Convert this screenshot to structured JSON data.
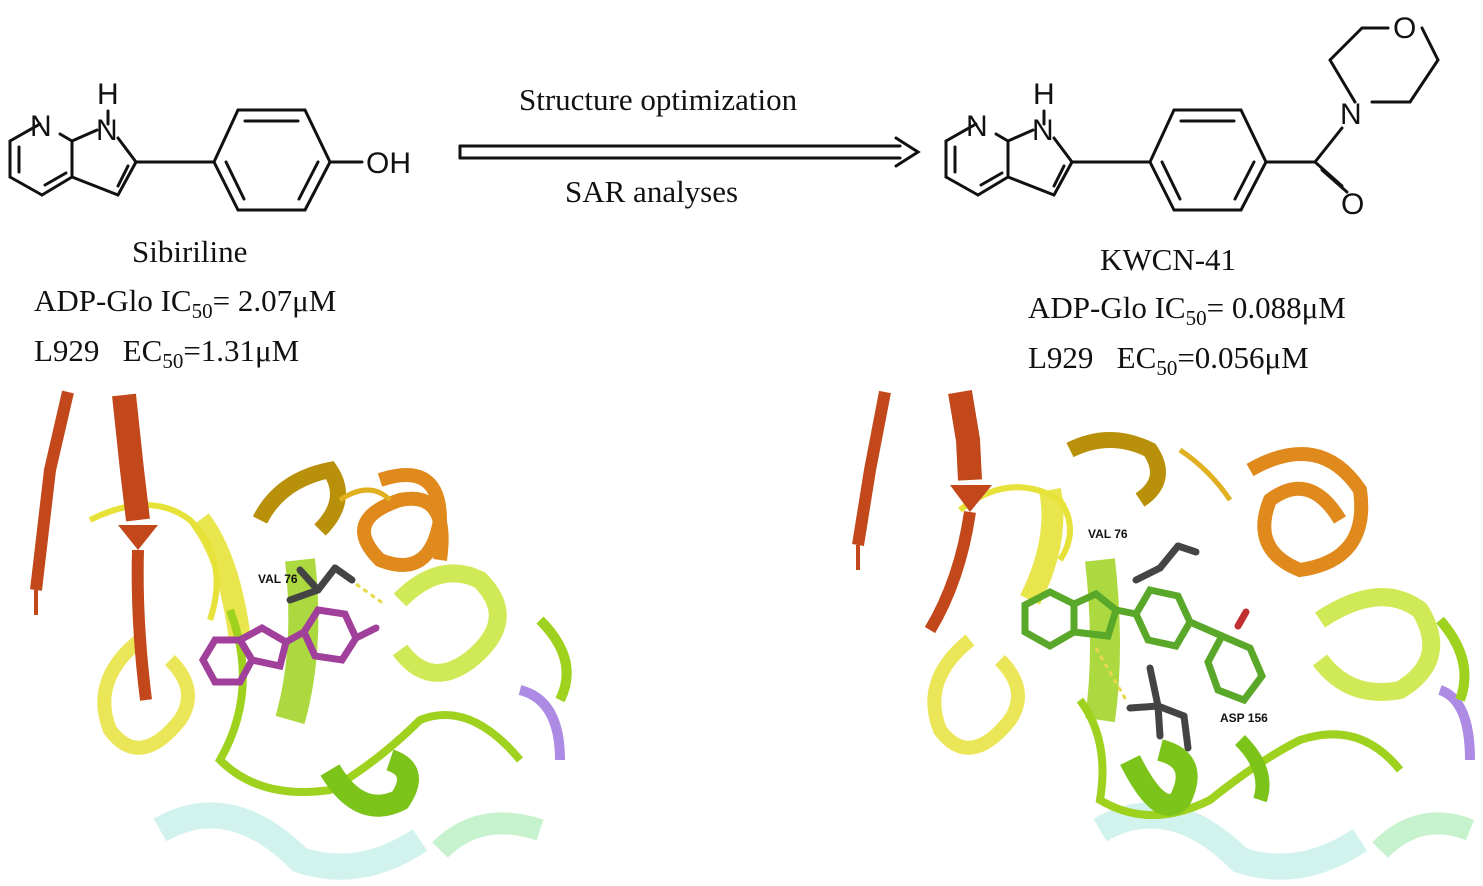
{
  "reaction": {
    "arrow_top_label": "Structure optimization",
    "arrow_bottom_label": "SAR analyses"
  },
  "left_compound": {
    "name": "Sibiriline",
    "assay1_prefix": "ADP-Glo IC",
    "assay1_sub": "50",
    "assay1_value": "= 2.07μM",
    "assay2_prefix": "L929   EC",
    "assay2_sub": "50",
    "assay2_value": "=1.31μM",
    "atoms": {
      "n_ring": "N",
      "h": "H",
      "n_h": "N",
      "oh": "OH"
    },
    "residue_labels": {
      "val": "VAL  76"
    }
  },
  "right_compound": {
    "name": "KWCN-41",
    "assay1_prefix": "ADP-Glo IC",
    "assay1_sub": "50",
    "assay1_value": "= 0.088μM",
    "assay2_prefix": "L929   EC",
    "assay2_sub": "50",
    "assay2_value": "=0.056μM",
    "atoms": {
      "n_ring": "N",
      "h": "H",
      "n_h": "N",
      "n_morph": "N",
      "o_morph": "O",
      "o_carbonyl": "O"
    },
    "residue_labels": {
      "val": "VAL  76",
      "asp": "ASP  156"
    }
  },
  "colors": {
    "sibiriline_ligand": "#a0409a",
    "kwcn_ligand": "#5aa82a",
    "helix_orange": "#e08a1e",
    "strand_rust": "#c2471a",
    "ribbon_yellow": "#e6e23a",
    "ribbon_green": "#9ed21e",
    "ribbon_purple": "#8a5ad8",
    "ribbon_cyan": "#8ee6d8"
  }
}
